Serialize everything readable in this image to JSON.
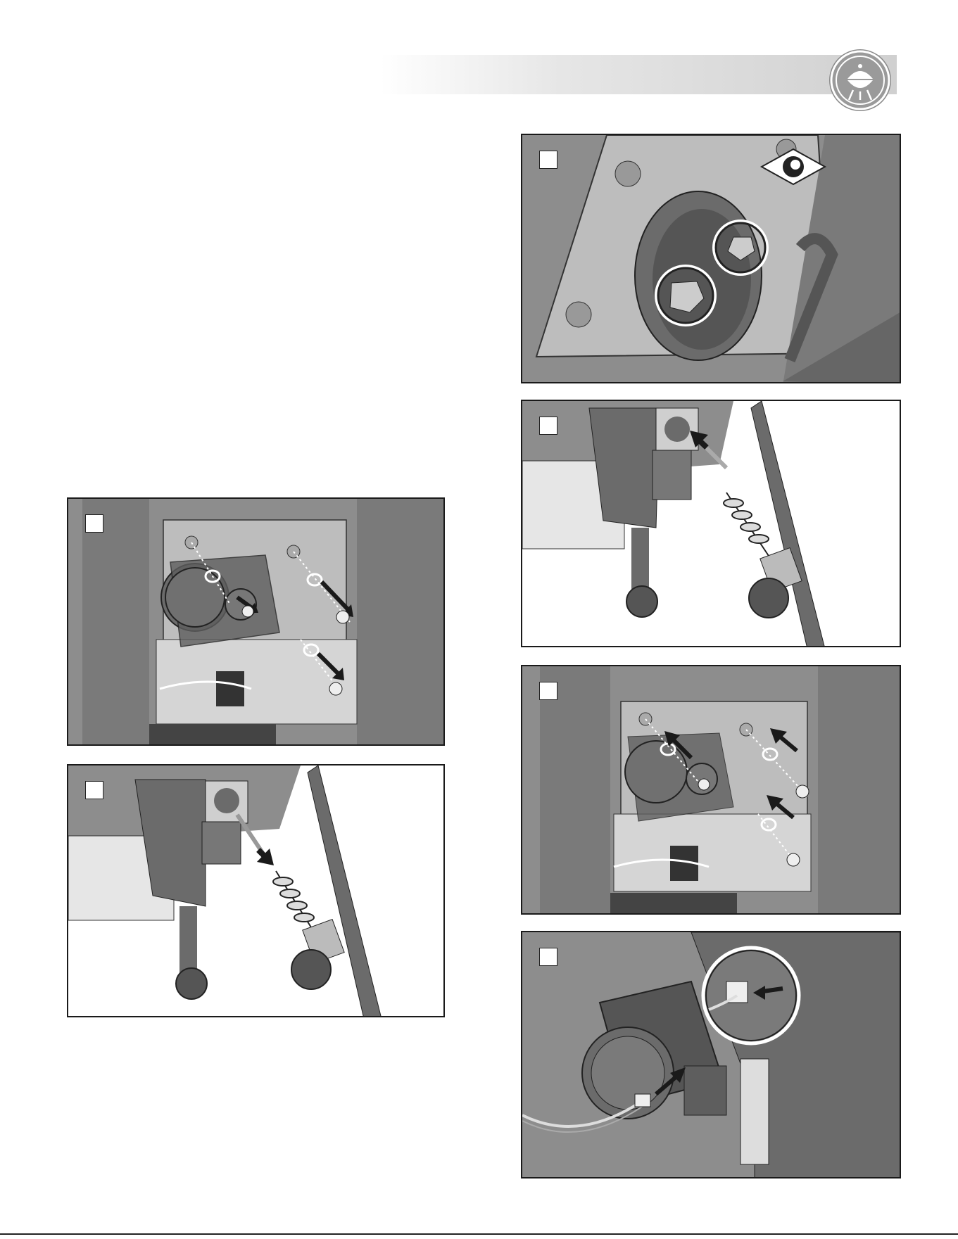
{
  "header": {
    "brand_icon": "kettle-grill-logo-icon"
  },
  "panels": [
    {
      "id": "remove-motor-screws",
      "icon": "motor-screw-removal-illustration"
    },
    {
      "id": "remove-auger",
      "icon": "auger-removal-illustration"
    },
    {
      "id": "inspect-bearing-nuts",
      "icon": "bearing-plate-closeup-illustration",
      "callout_icon": "eye-icon"
    },
    {
      "id": "insert-auger",
      "icon": "auger-insert-illustration"
    },
    {
      "id": "attach-motor-screws",
      "icon": "motor-screw-install-illustration"
    },
    {
      "id": "connect-wiring",
      "icon": "wire-harness-connection-illustration"
    }
  ],
  "colors": {
    "panel_bg": "#8d8d8d",
    "panel_dark": "#6b6b6b",
    "plate": "#bdbdbd",
    "arrow": "#1a1a1a",
    "border": "#1a1a1a"
  }
}
